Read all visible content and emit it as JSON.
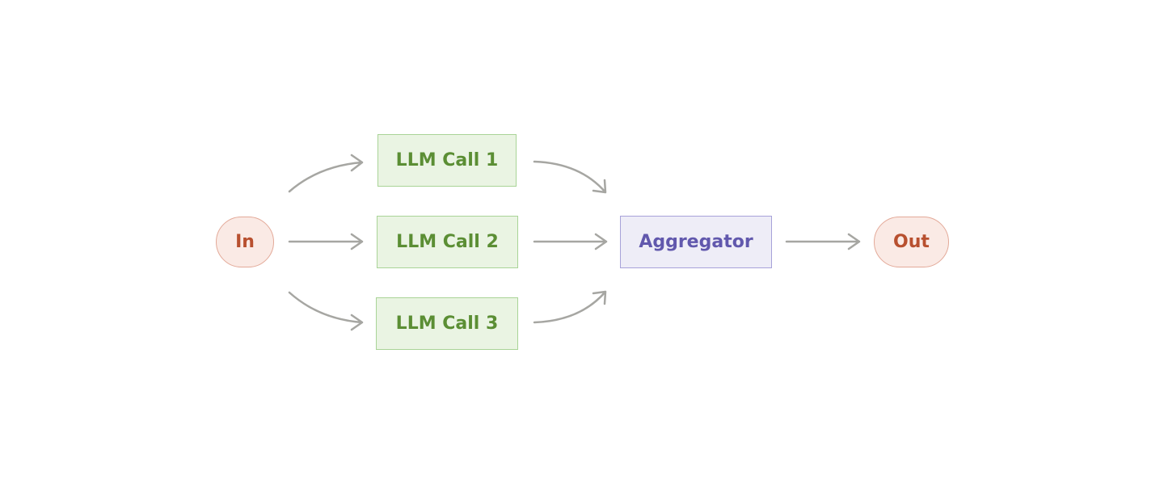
{
  "diagram": {
    "nodes": {
      "in": "In",
      "llm_call_1": "LLM Call 1",
      "llm_call_2": "LLM Call 2",
      "llm_call_3": "LLM Call 3",
      "aggregator": "Aggregator",
      "out": "Out"
    },
    "edges": [
      {
        "from": "In",
        "to": "LLM Call 1"
      },
      {
        "from": "In",
        "to": "LLM Call 2"
      },
      {
        "from": "In",
        "to": "LLM Call 3"
      },
      {
        "from": "LLM Call 1",
        "to": "Aggregator"
      },
      {
        "from": "LLM Call 2",
        "to": "Aggregator"
      },
      {
        "from": "LLM Call 3",
        "to": "Aggregator"
      },
      {
        "from": "Aggregator",
        "to": "Out"
      }
    ]
  },
  "colors": {
    "terminal_fill": "#faeae5",
    "terminal_stroke": "#e3a998",
    "terminal_text": "#b8502f",
    "llm_fill": "#eaf4e3",
    "llm_stroke": "#a9d497",
    "llm_text": "#5b8e34",
    "aggregator_fill": "#eeedf7",
    "aggregator_stroke": "#a7a2d9",
    "aggregator_text": "#6158ad",
    "arrow": "#a6a6a2"
  }
}
